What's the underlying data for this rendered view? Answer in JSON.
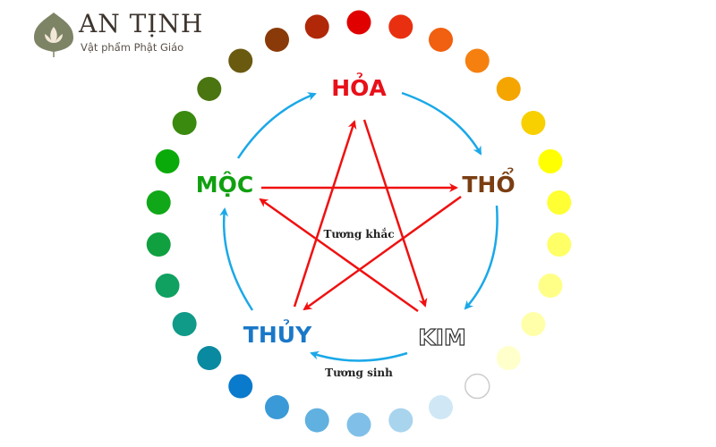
{
  "logo": {
    "title": "AN TỊNH",
    "subtitle": "Vật phẩm Phật Giáo",
    "icon": "lotus-leaf-icon",
    "color": "#7d8466"
  },
  "elements": {
    "hoa": {
      "label": "HỎA",
      "color": "#e8101a"
    },
    "tho": {
      "label": "THỔ",
      "color": "#7a3e12"
    },
    "kim": {
      "label": "KIM",
      "color": "#ffffff"
    },
    "thuy": {
      "label": "THỦY",
      "color": "#1a78c8"
    },
    "moc": {
      "label": "MỘC",
      "color": "#10a010"
    }
  },
  "captions": {
    "khac": "Tương khắc",
    "sinh": "Tương sinh"
  },
  "colors": {
    "khac_arrow": "#f01010",
    "sinh_arrow": "#1aa8e8"
  },
  "ring_colors": [
    "#e00000",
    "#e83010",
    "#f06010",
    "#f58010",
    "#f5a500",
    "#f8d000",
    "#ffff00",
    "#ffff33",
    "#ffff66",
    "#ffff88",
    "#ffffaa",
    "#ffffcc",
    "#ffffff",
    "#d0e8f5",
    "#a8d4ee",
    "#80c0e8",
    "#60b0e0",
    "#3a9ad8",
    "#0a7acc",
    "#0a8aa0",
    "#109a88",
    "#10a060",
    "#10a040",
    "#10a818",
    "#0aaa0a",
    "#3a8a10",
    "#4a7510",
    "#6a5a10",
    "#8a3a08",
    "#b02808"
  ]
}
